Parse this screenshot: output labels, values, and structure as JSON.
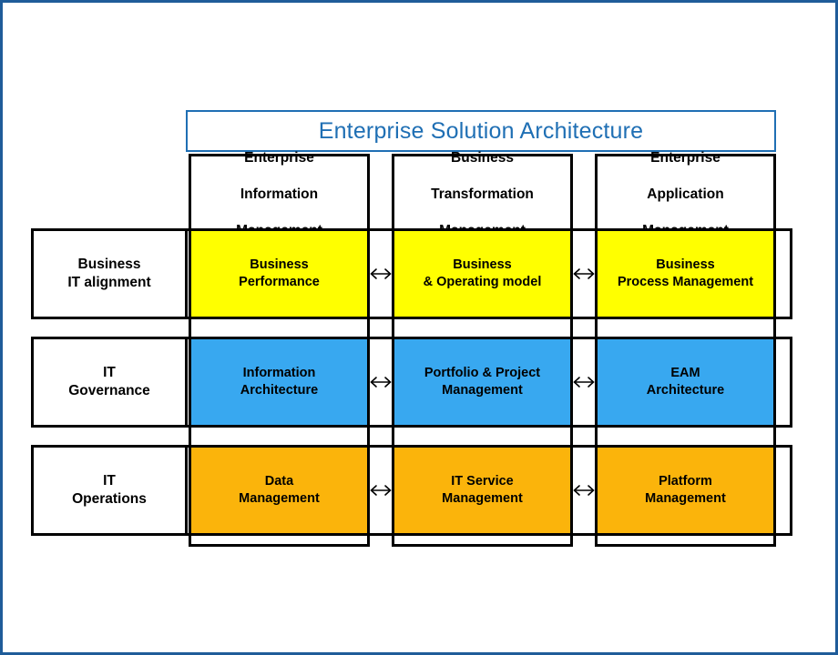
{
  "diagram": {
    "title": "Enterprise Solution Architecture",
    "accent_color": "#1F6FB4",
    "frame_color": "#1F5C99",
    "line_color": "#000000",
    "columns": [
      {
        "id": "enterprise-information-management",
        "line1": "Enterprise",
        "line2": "Information",
        "line3": "Management"
      },
      {
        "id": "business-transformation-management",
        "line1": "Business",
        "line2": "Transformation",
        "line3": "Management"
      },
      {
        "id": "enterprise-application-management",
        "line1": "Enterprise",
        "line2": "Application",
        "line3": "Management"
      }
    ],
    "rows": [
      {
        "id": "business-it-alignment",
        "label_line1": "Business",
        "label_line2": "IT alignment",
        "color": "#FFFF00",
        "cells": [
          {
            "line1": "Business",
            "line2": "Performance"
          },
          {
            "line1": "Business",
            "line2": "& Operating model"
          },
          {
            "line1": "Business",
            "line2": "Process Management"
          }
        ]
      },
      {
        "id": "it-governance",
        "label_line1": "IT",
        "label_line2": "Governance",
        "color": "#38A8F0",
        "cells": [
          {
            "line1": "Information",
            "line2": "Architecture"
          },
          {
            "line1": "Portfolio & Project",
            "line2": "Management"
          },
          {
            "line1": "EAM",
            "line2": "Architecture"
          }
        ]
      },
      {
        "id": "it-operations",
        "label_line1": "IT",
        "label_line2": "Operations",
        "color": "#FBB40B",
        "cells": [
          {
            "line1": "Data",
            "line2": "Management"
          },
          {
            "line1": "IT Service",
            "line2": "Management"
          },
          {
            "line1": "Platform",
            "line2": "Management"
          }
        ]
      }
    ],
    "connectors": [
      {
        "id": "link-eim-btm-row1",
        "icon": "double-arrow-horizontal-icon"
      },
      {
        "id": "link-btm-eam-row1",
        "icon": "double-arrow-horizontal-icon"
      },
      {
        "id": "link-eim-btm-row2",
        "icon": "double-arrow-horizontal-icon"
      },
      {
        "id": "link-btm-eam-row2",
        "icon": "double-arrow-horizontal-icon"
      },
      {
        "id": "link-eim-btm-row3",
        "icon": "double-arrow-horizontal-icon"
      },
      {
        "id": "link-btm-eam-row3",
        "icon": "double-arrow-horizontal-icon"
      }
    ]
  }
}
